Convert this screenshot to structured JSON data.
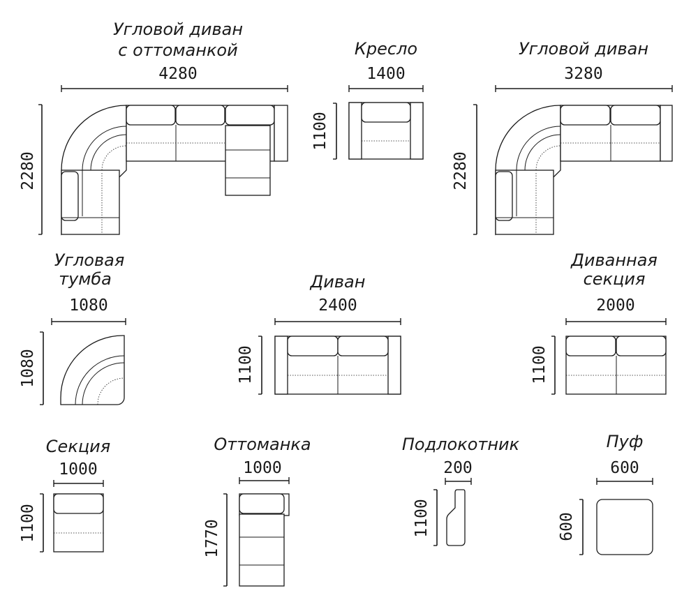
{
  "colors": {
    "line": "#1a1a1a",
    "background": "#ffffff"
  },
  "items": [
    {
      "id": "corner-sofa-ottoman",
      "title_lines": [
        "Угловой диван",
        "с оттоманкой"
      ],
      "width": "4280",
      "depth": "2280"
    },
    {
      "id": "armchair",
      "title_lines": [
        "Кресло"
      ],
      "width": "1400",
      "depth": "1100"
    },
    {
      "id": "corner-sofa",
      "title_lines": [
        "Угловой диван"
      ],
      "width": "3280",
      "depth": "2280"
    },
    {
      "id": "corner-unit",
      "title_lines": [
        "Угловая",
        "тумба"
      ],
      "width": "1080",
      "depth": "1080"
    },
    {
      "id": "sofa",
      "title_lines": [
        "Диван"
      ],
      "width": "2400",
      "depth": "1100"
    },
    {
      "id": "sofa-section",
      "title_lines": [
        "Диванная",
        "секция"
      ],
      "width": "2000",
      "depth": "1100"
    },
    {
      "id": "section",
      "title_lines": [
        "Секция"
      ],
      "width": "1000",
      "depth": "1100"
    },
    {
      "id": "ottoman",
      "title_lines": [
        "Оттоманка"
      ],
      "width": "1000",
      "depth": "1770"
    },
    {
      "id": "armrest",
      "title_lines": [
        "Подлокотник"
      ],
      "width": "200",
      "depth": "1100"
    },
    {
      "id": "pouf",
      "title_lines": [
        "Пуф"
      ],
      "width": "600",
      "depth": "600"
    }
  ]
}
